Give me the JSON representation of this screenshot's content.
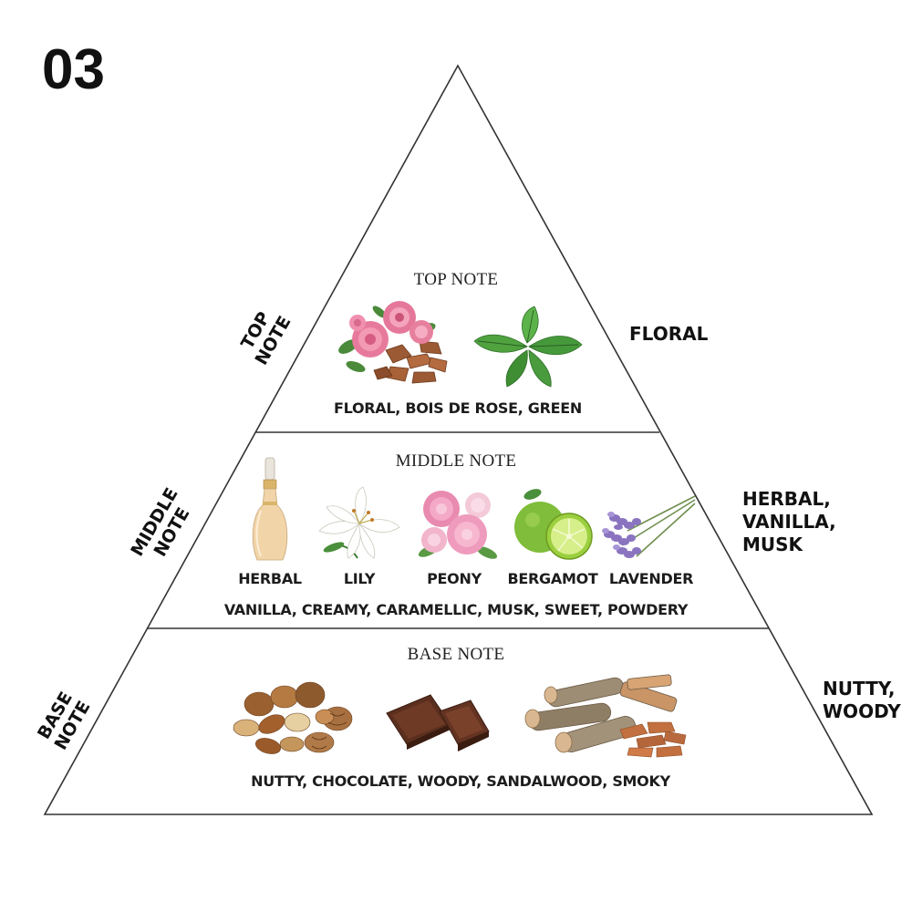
{
  "page_number": "03",
  "top_tier": {
    "title": "TOP NOTE",
    "side_label_line1": "TOP",
    "side_label_line2": "NOTE",
    "description": "FLORAL, BOIS DE ROSE, GREEN",
    "family_label": "FLORAL",
    "images": [
      "rose-flowers-and-rosewood-chips-image",
      "mint-leaves-image"
    ]
  },
  "middle_tier": {
    "title": "MIDDLE NOTE",
    "side_label_line1": "MIDDLE",
    "side_label_line2": "NOTE",
    "ingredients": [
      "HERBAL",
      "LILY",
      "PEONY",
      "BERGAMOT",
      "LAVENDER"
    ],
    "description": "VANILLA, CREAMY, CARAMELLIC, MUSK, SWEET, POWDERY",
    "family_lines": [
      "HERBAL,",
      "VANILLA,",
      "MUSK"
    ],
    "images": [
      "perfume-bottle-image",
      "lily-flower-image",
      "peony-flowers-image",
      "bergamot-fruit-image",
      "lavender-sprigs-image"
    ]
  },
  "base_tier": {
    "title": "BASE NOTE",
    "side_label_line1": "BASE",
    "side_label_line2": "NOTE",
    "description": "NUTTY, CHOCOLATE, WOODY, SANDALWOOD, SMOKY",
    "family_lines": [
      "NUTTY,",
      "WOODY"
    ],
    "images": [
      "mixed-nuts-image",
      "chocolate-pieces-image",
      "firewood-logs-and-sandalwood-image"
    ]
  },
  "colors": {
    "outline": "#333333",
    "text": "#1c1c1c",
    "background": "#ffffff"
  }
}
